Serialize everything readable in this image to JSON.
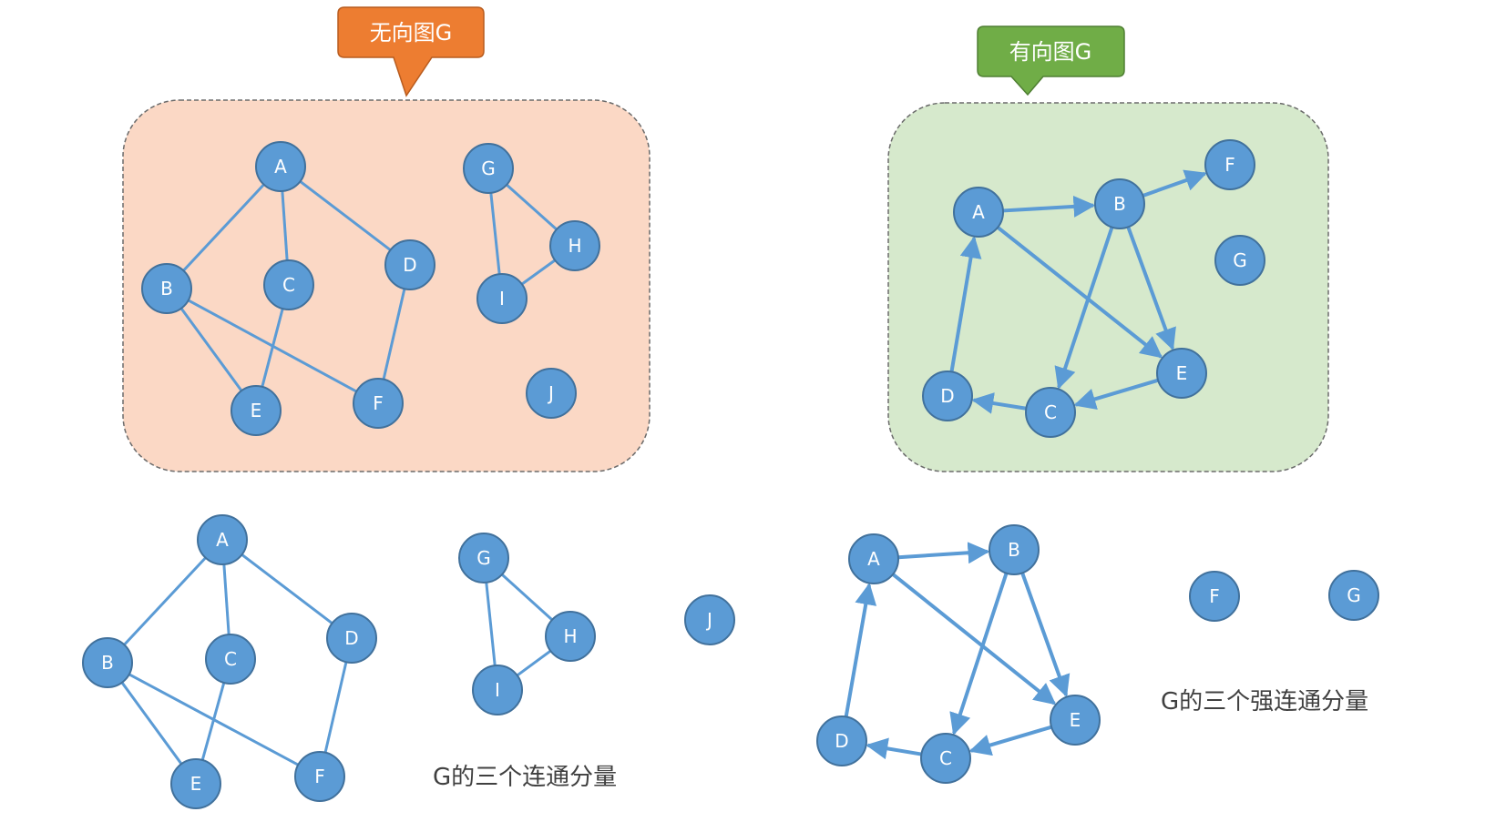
{
  "callouts": {
    "undirected": "无向图G",
    "directed": "有向图G"
  },
  "captions": {
    "connected_components": "G的三个连通分量",
    "strong_components": "G的三个强连通分量"
  },
  "colors": {
    "node_fill": "#5b9bd5",
    "node_stroke": "#41719c",
    "edge": "#5b9bd5",
    "undirected_region": "#fbd8c5",
    "directed_region": "#d6e9cc",
    "undirected_callout": "#ed7d31",
    "directed_callout": "#70ad47"
  },
  "graphs": {
    "undirected": {
      "nodes": [
        "A",
        "B",
        "C",
        "D",
        "E",
        "F",
        "G",
        "H",
        "I",
        "J"
      ],
      "edges": [
        [
          "A",
          "B"
        ],
        [
          "A",
          "C"
        ],
        [
          "A",
          "D"
        ],
        [
          "B",
          "E"
        ],
        [
          "B",
          "F"
        ],
        [
          "C",
          "E"
        ],
        [
          "D",
          "F"
        ],
        [
          "G",
          "H"
        ],
        [
          "G",
          "I"
        ],
        [
          "H",
          "I"
        ]
      ]
    },
    "directed": {
      "nodes": [
        "A",
        "B",
        "C",
        "D",
        "E",
        "F",
        "G"
      ],
      "edges": [
        [
          "A",
          "B"
        ],
        [
          "B",
          "F"
        ],
        [
          "A",
          "E"
        ],
        [
          "B",
          "E"
        ],
        [
          "B",
          "C"
        ],
        [
          "E",
          "C"
        ],
        [
          "C",
          "D"
        ],
        [
          "D",
          "A"
        ]
      ]
    },
    "connected_components": [
      {
        "nodes": [
          "A",
          "B",
          "C",
          "D",
          "E",
          "F"
        ],
        "edges": [
          [
            "A",
            "B"
          ],
          [
            "A",
            "C"
          ],
          [
            "A",
            "D"
          ],
          [
            "B",
            "E"
          ],
          [
            "B",
            "F"
          ],
          [
            "C",
            "E"
          ],
          [
            "D",
            "F"
          ]
        ]
      },
      {
        "nodes": [
          "G",
          "H",
          "I"
        ],
        "edges": [
          [
            "G",
            "H"
          ],
          [
            "G",
            "I"
          ],
          [
            "H",
            "I"
          ]
        ]
      },
      {
        "nodes": [
          "J"
        ],
        "edges": []
      }
    ],
    "strong_components": [
      {
        "nodes": [
          "A",
          "B",
          "C",
          "D",
          "E"
        ],
        "edges": [
          [
            "A",
            "B"
          ],
          [
            "A",
            "E"
          ],
          [
            "B",
            "E"
          ],
          [
            "B",
            "C"
          ],
          [
            "E",
            "C"
          ],
          [
            "C",
            "D"
          ],
          [
            "D",
            "A"
          ]
        ]
      },
      {
        "nodes": [
          "F"
        ],
        "edges": []
      },
      {
        "nodes": [
          "G"
        ],
        "edges": []
      }
    ]
  }
}
